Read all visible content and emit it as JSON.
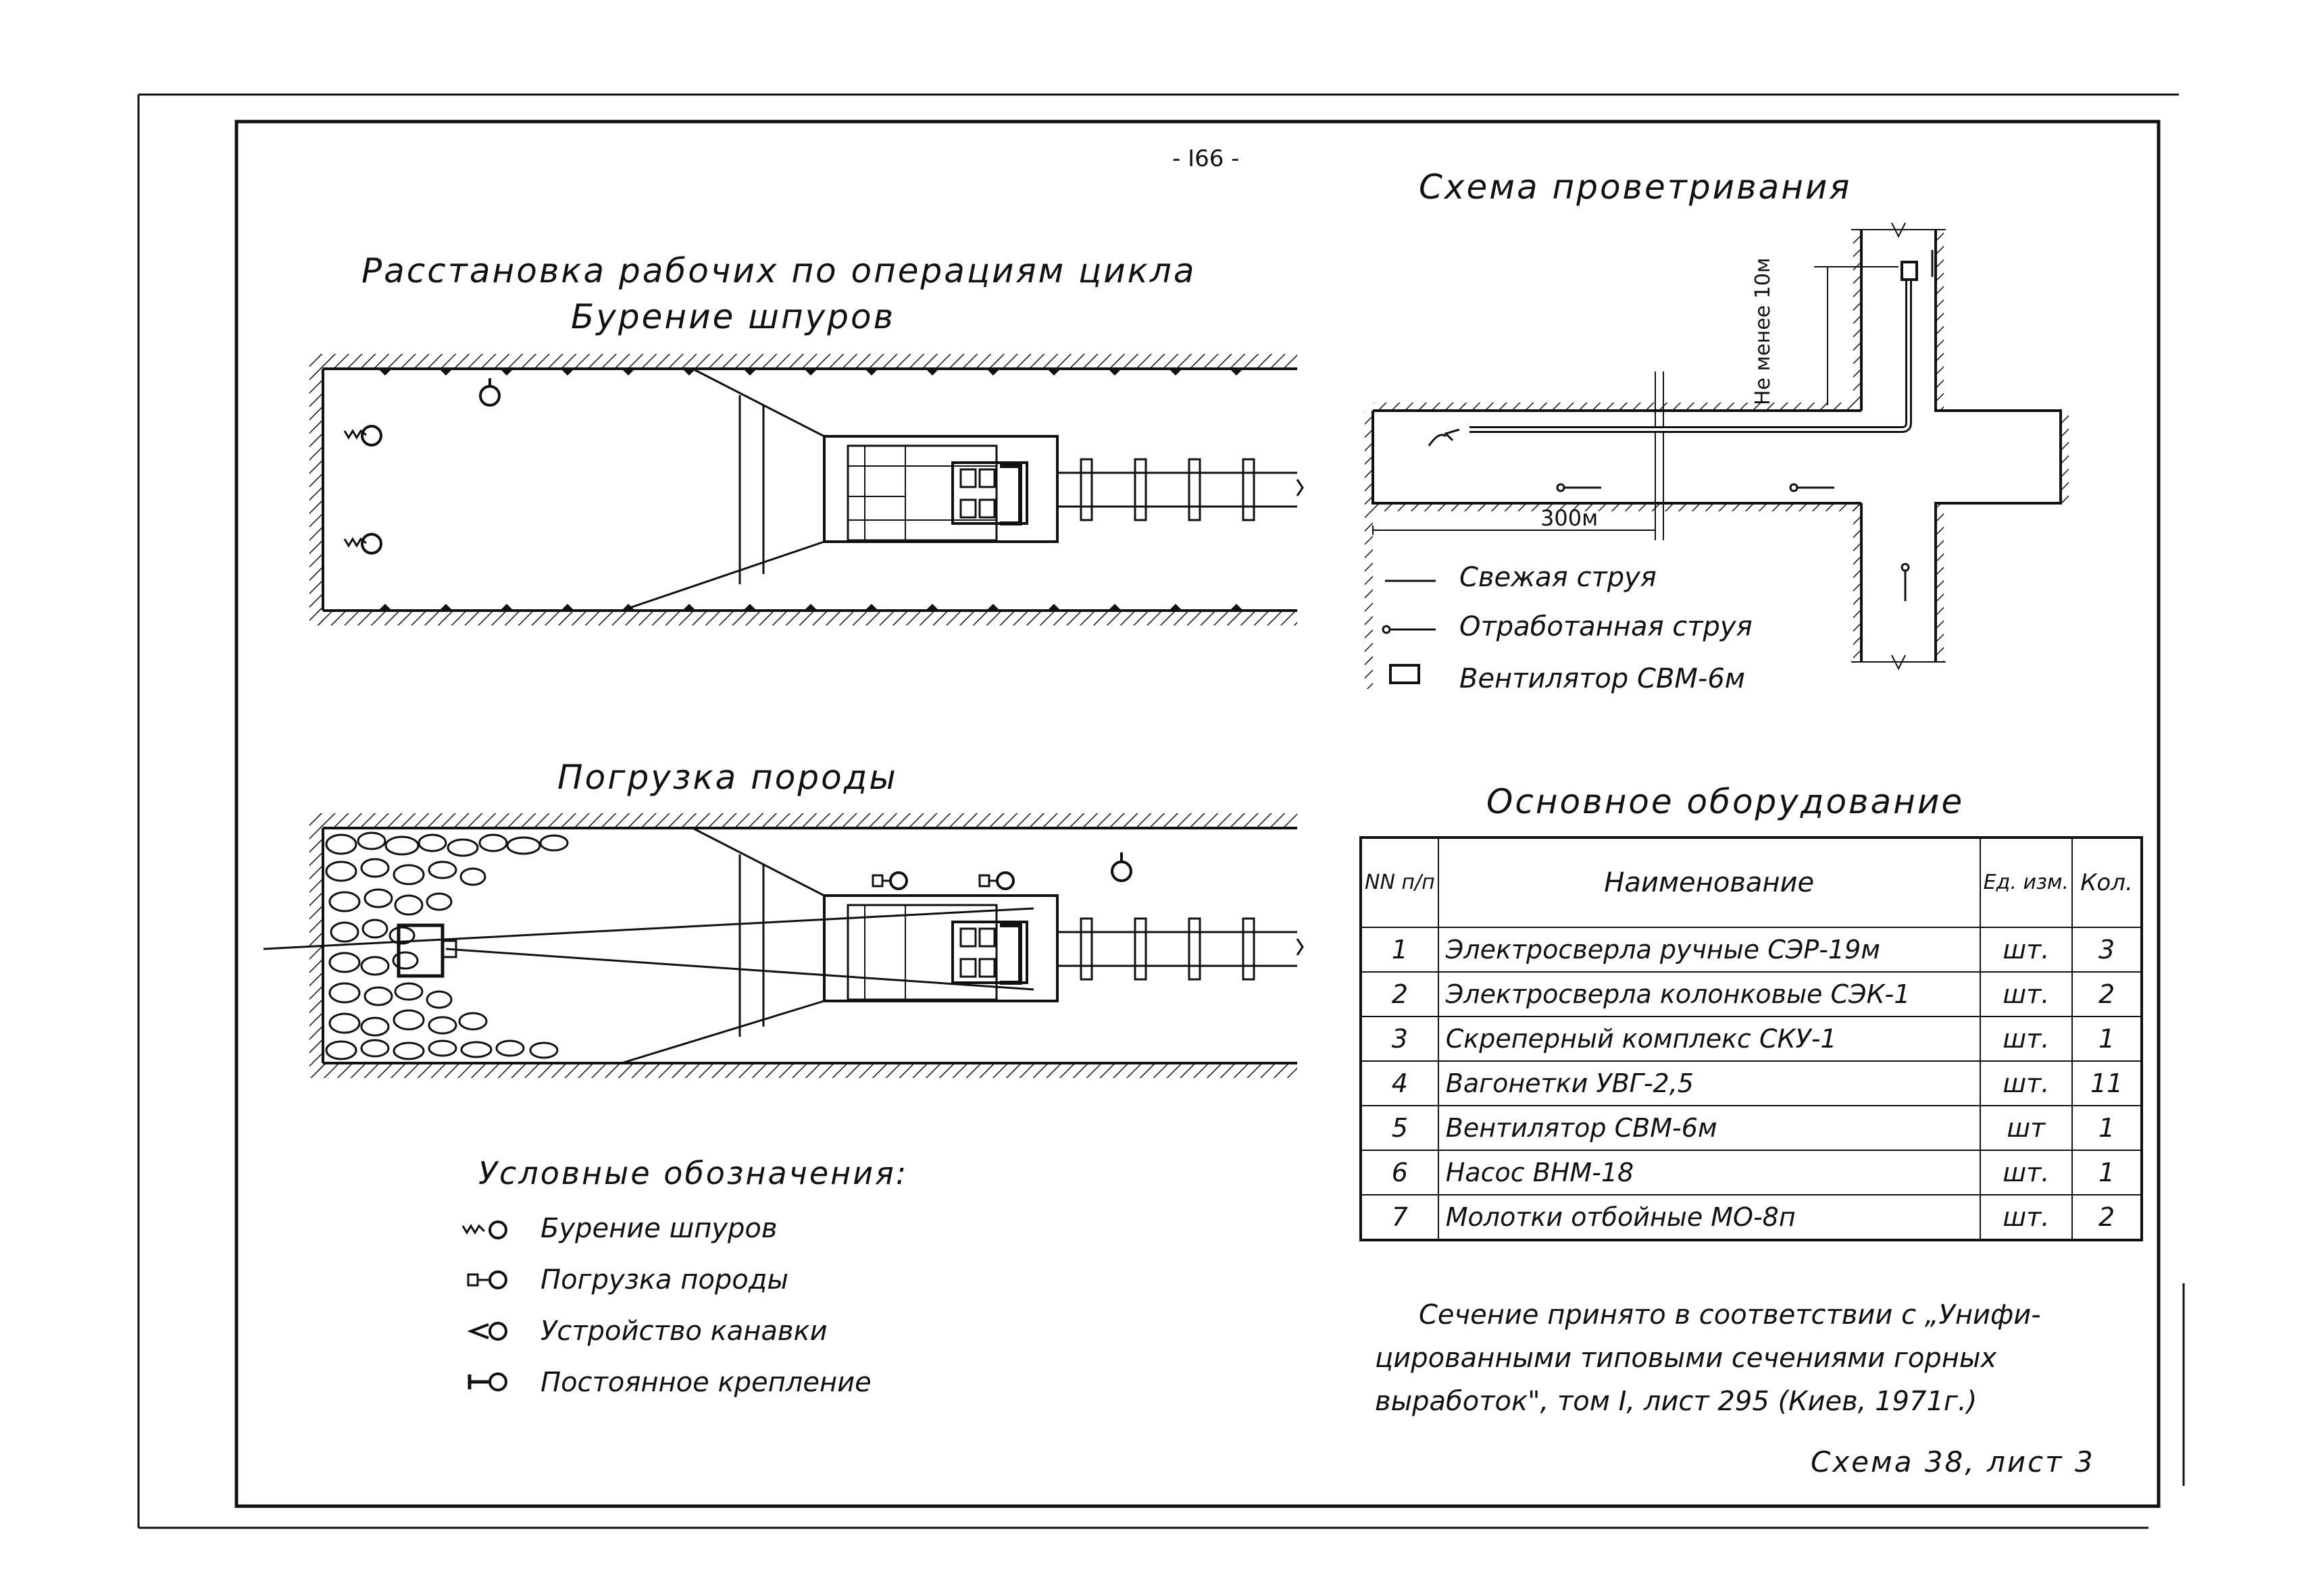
{
  "page_number": "- I66 -",
  "drilling_section": {
    "title": "Расстановка рабочих по операциям цикла",
    "subtitle": "Бурение шпуров"
  },
  "loading_section": {
    "title": "Погрузка породы"
  },
  "ventilation": {
    "title": "Схема проветривания",
    "dim_distance": "Не менее 10м",
    "dim_length": "300м",
    "legend": [
      {
        "icon": "fresh-air-line-icon",
        "label": "Свежая струя"
      },
      {
        "icon": "exhaust-air-line-icon",
        "label": "Отработанная струя"
      },
      {
        "icon": "fan-rectangle-icon",
        "label": "Вентилятор СВМ-6м"
      }
    ]
  },
  "symbols": {
    "title": "Условные обозначения:",
    "items": [
      {
        "icon": "drilling-worker-icon",
        "label": "Бурение шпуров"
      },
      {
        "icon": "loading-worker-icon",
        "label": "Погрузка породы"
      },
      {
        "icon": "ditch-worker-icon",
        "label": "Устройство канавки"
      },
      {
        "icon": "support-worker-icon",
        "label": "Постоянное крепление"
      }
    ]
  },
  "equipment": {
    "title": "Основное оборудование",
    "headers": {
      "num": "NN п/п",
      "name": "Наименование",
      "unit": "Ед. изм.",
      "qty": "Кол."
    },
    "rows": [
      {
        "num": "1",
        "name": "Электросверла ручные СЭР-19м",
        "unit": "шт.",
        "qty": "3"
      },
      {
        "num": "2",
        "name": "Электросверла колонковые СЭК-1",
        "unit": "шт.",
        "qty": "2"
      },
      {
        "num": "3",
        "name": "Скреперный комплекс СКУ-1",
        "unit": "шт.",
        "qty": "1"
      },
      {
        "num": "4",
        "name": "Вагонетки УВГ-2,5",
        "unit": "шт.",
        "qty": "11"
      },
      {
        "num": "5",
        "name": "Вентилятор СВМ-6м",
        "unit": "шт",
        "qty": "1"
      },
      {
        "num": "6",
        "name": "Насос ВНМ-18",
        "unit": "шт.",
        "qty": "1"
      },
      {
        "num": "7",
        "name": "Молотки отбойные МО-8п",
        "unit": "шт.",
        "qty": "2"
      }
    ]
  },
  "note": {
    "line1": "Сечение принято в соответствии с „Унифи-",
    "line2": "цированными типовыми сечениями горных",
    "line3": "выработок\", том I, лист 295 (Киев, 1971г.)"
  },
  "sheet_label": "Схема 38, лист 3"
}
